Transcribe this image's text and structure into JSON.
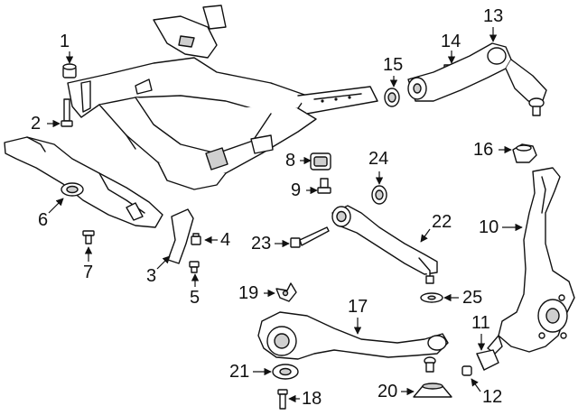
{
  "diagram": {
    "callouts": [
      "1",
      "2",
      "3",
      "4",
      "5",
      "6",
      "7",
      "8",
      "9",
      "10",
      "11",
      "12",
      "13",
      "14",
      "15",
      "16",
      "17",
      "18",
      "19",
      "20",
      "21",
      "22",
      "23",
      "24",
      "25"
    ]
  },
  "colors": {
    "line": "#111111",
    "fill": "#ffffff",
    "shade": "#cfcfcf"
  }
}
